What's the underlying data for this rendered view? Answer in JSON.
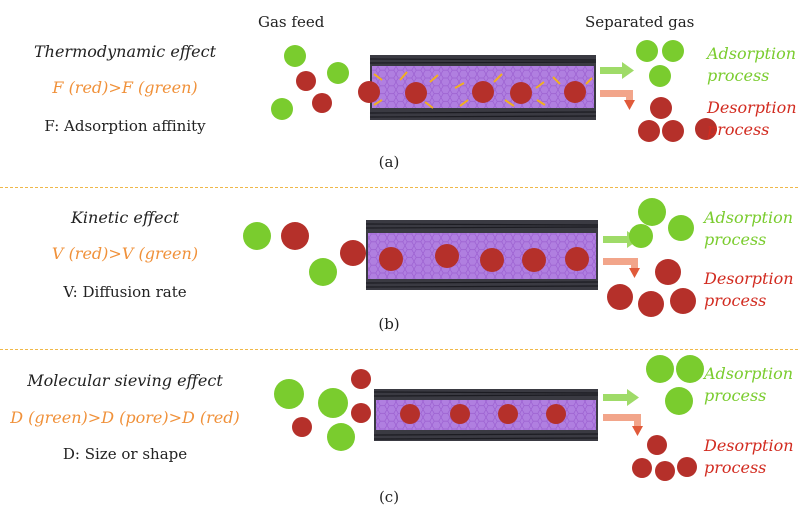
{
  "header": {
    "feed_label": "Gas feed",
    "separated_label": "Separated gas"
  },
  "colors": {
    "green": "#7acc2e",
    "red": "#c0322a",
    "orange": "#f0913a",
    "divider": "#f0b848",
    "tube": "#8c4dc0"
  },
  "panels": [
    {
      "title": "Thermodynamic effect",
      "relation": "F (red)>F (green)",
      "definition": "F: Adsorption affinity",
      "adsorption": [
        "Adsorption",
        "process"
      ],
      "desorption": [
        "Desorption",
        "process"
      ],
      "label": "(a)"
    },
    {
      "title": "Kinetic effect",
      "relation": "V (red)>V (green)",
      "definition": "V: Diffusion rate",
      "adsorption": [
        "Adsorption",
        "process"
      ],
      "desorption": [
        "Desorption",
        "process"
      ],
      "label": "(b)"
    },
    {
      "title": "Molecular sieving effect",
      "relation": "D (green)>D (pore)>D (red)",
      "definition": "D: Size or shape",
      "adsorption": [
        "Adsorption",
        "process"
      ],
      "desorption": [
        "Desorption",
        "process"
      ],
      "label": "(c)"
    }
  ]
}
